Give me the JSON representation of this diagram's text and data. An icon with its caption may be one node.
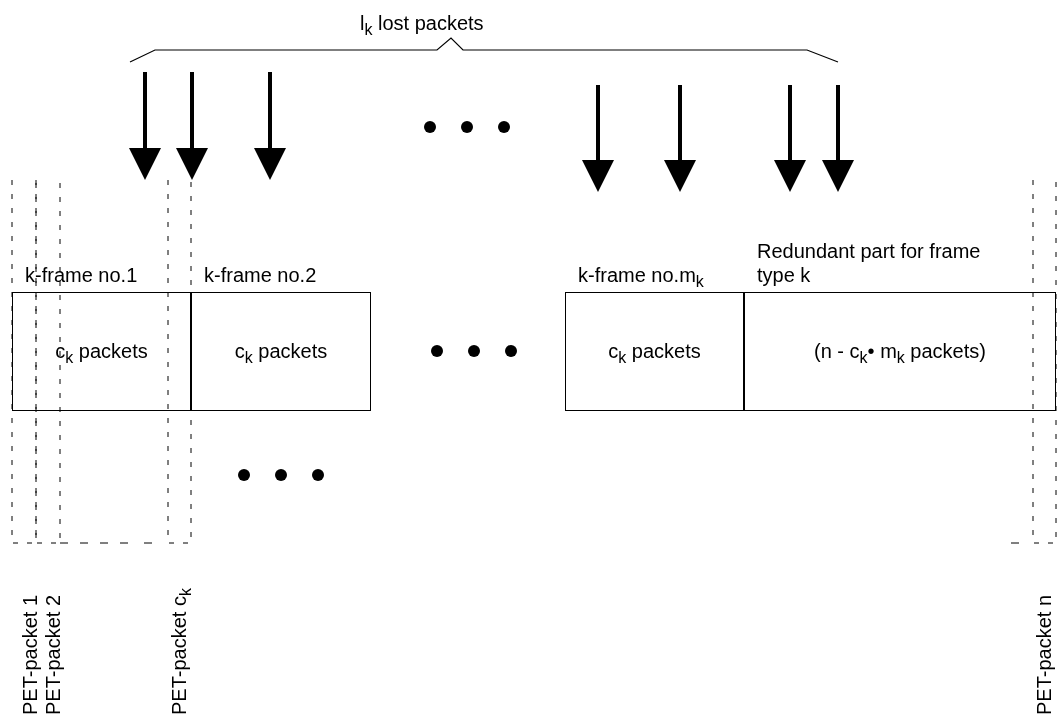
{
  "diagram": {
    "nodes": [
      {
        "text": [
          "k-frame no.1",
          "c$_{k}$ packets"
        ]
      },
      {
        "text": [
          "k-frame no.2",
          "c$_{k}$ packets"
        ]
      },
      {
        "text": [
          "k-frame no.m$_{k}$",
          "c$_{k}$ packets"
        ]
      },
      {
        "text": [
          "Redundant part for frame type k",
          "(n - c$_{k}$• m$_{k}$  packets)"
        ]
      }
    ],
    "edges": [],
    "labels": [
      "l$_{k}$  lost packets",
      "PET-packet 1",
      "PET-packet 2",
      "PET-packet c$_{k}$",
      "PET-packet n"
    ]
  }
}
